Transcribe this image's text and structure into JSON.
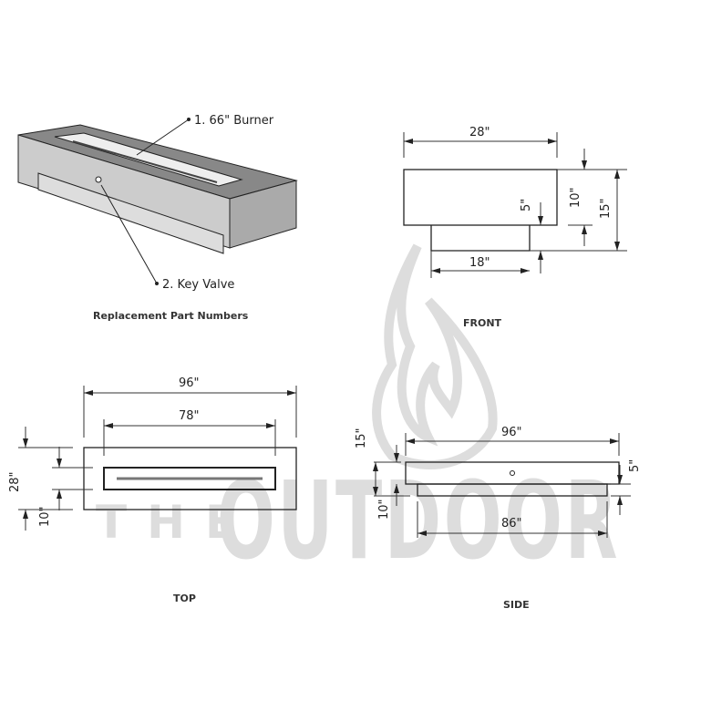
{
  "watermark": {
    "prefix": "THE",
    "word": "OUTDOOR"
  },
  "isometric": {
    "callouts": [
      {
        "label": "1. 66\" Burner"
      },
      {
        "label": "2. Key Valve"
      }
    ],
    "caption": "Replacement Part Numbers"
  },
  "front": {
    "caption": "FRONT",
    "dims": {
      "width": "28\"",
      "base": "18\"",
      "top_h": "10\"",
      "total_h": "15\"",
      "base_h": "5\""
    }
  },
  "top": {
    "caption": "TOP",
    "dims": {
      "length": "96\"",
      "burner": "78\"",
      "depth": "28\"",
      "burner_w": "10\""
    }
  },
  "side": {
    "caption": "SIDE",
    "dims": {
      "length": "96\"",
      "base": "86\"",
      "total_h": "15\"",
      "top_h": "10\"",
      "base_h": "5\""
    }
  }
}
